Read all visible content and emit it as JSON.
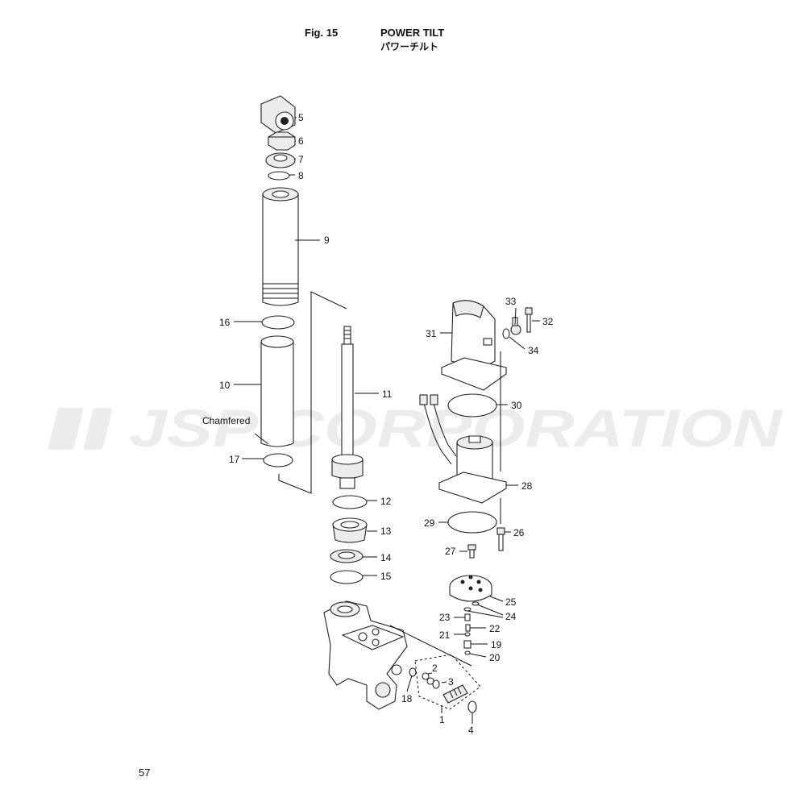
{
  "header": {
    "fig_label": "Fig. 15",
    "title_en": "POWER TILT",
    "title_jp": "パワーチルト"
  },
  "page_number": "57",
  "watermark": "JSP CORPORATION",
  "annotation": "Chamfered",
  "callouts": [
    "1",
    "2",
    "3",
    "4",
    "5",
    "6",
    "7",
    "8",
    "9",
    "10",
    "11",
    "12",
    "13",
    "14",
    "15",
    "16",
    "17",
    "18",
    "19",
    "20",
    "21",
    "22",
    "23",
    "24",
    "25",
    "26",
    "27",
    "28",
    "29",
    "30",
    "31",
    "32",
    "33",
    "34"
  ]
}
